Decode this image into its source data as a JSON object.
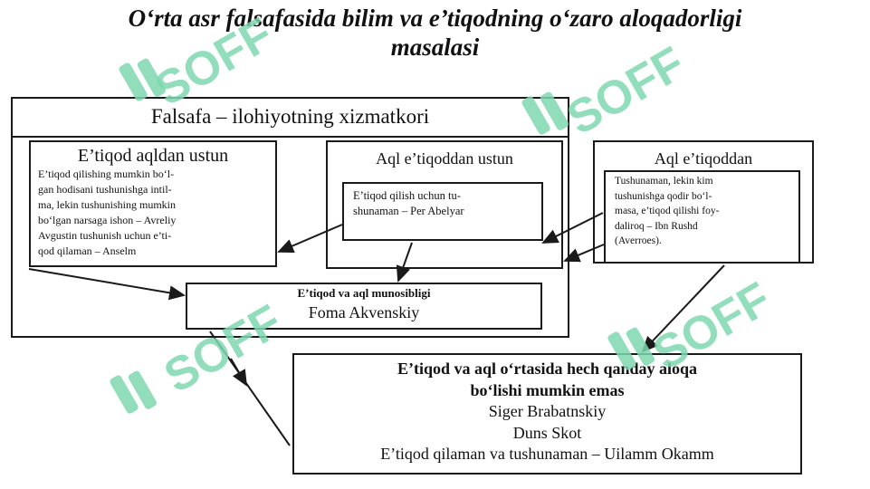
{
  "title": {
    "line1": "O‘rta asr falsafasida bilim va e’tiqodning o‘zaro aloqadorligi",
    "line2": "masalasi"
  },
  "outer": {
    "heading": "Falsafa – ilohiyotning xizmatkori"
  },
  "left_box": {
    "heading": "E’tiqod aqldan ustun",
    "lines": [
      "E’tiqod qilishing mumkin bo‘l-",
      "gan hodisani tushunishga intil-",
      "ma, lekin tushunishing mumkin",
      "bo‘lgan narsaga ishon – Avreliy",
      "Avgustin tushunish uchun e’ti-",
      "qod qilaman – Anselm"
    ]
  },
  "middle_group": {
    "heading": "Aql e’tiqoddan ustun",
    "inner_lines": [
      "E’tiqod qilish uchun tu-",
      "shunaman – Per Abelyar"
    ]
  },
  "right_group": {
    "heading": "Aql e’tiqoddan",
    "inner_lines": [
      "Tushunaman, lekin kim",
      "tushunishga qodir bo‘l-",
      "masa, e’tiqod qilishi foy-",
      "daliroq – Ibn Rushd",
      "(Averroes)."
    ]
  },
  "center_box": {
    "line1": "E’tiqod va aql munosibligi",
    "line2": "Foma Akvenskiy"
  },
  "bottom_box": {
    "line1": "E’tiqod va aql o‘rtasida hech qanday aloqa",
    "line2": "bo‘lishi mumkin emas",
    "line3": "Siger Brabatnskiy",
    "line4": "Duns Skot",
    "line5": "E’tiqod qilaman va tushunaman – Uilamm Okamm"
  },
  "watermark": {
    "text": "SOFF",
    "color": "#7fd8b0"
  }
}
